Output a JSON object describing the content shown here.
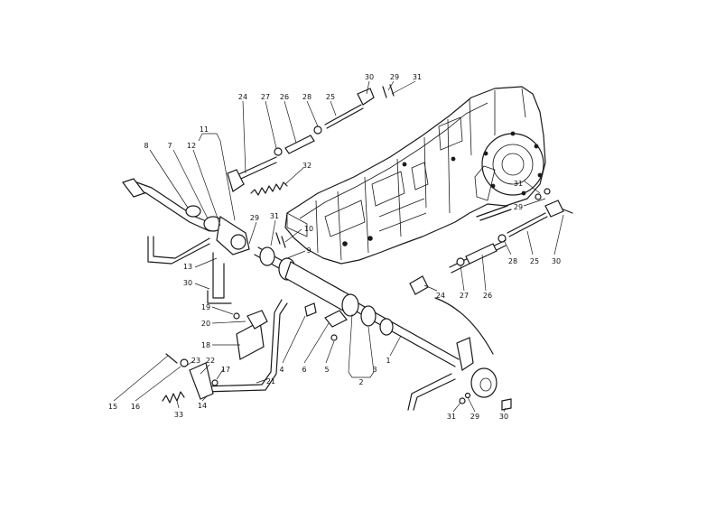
{
  "callouts": [
    {
      "id": "c-30-top",
      "text": "30"
    },
    {
      "id": "c-29-top",
      "text": "29"
    },
    {
      "id": "c-31-top",
      "text": "31"
    },
    {
      "id": "c-24-top",
      "text": "24"
    },
    {
      "id": "c-27-top",
      "text": "27"
    },
    {
      "id": "c-26-top",
      "text": "26"
    },
    {
      "id": "c-28-top",
      "text": "28"
    },
    {
      "id": "c-25-top",
      "text": "25"
    },
    {
      "id": "c-32",
      "text": "32"
    },
    {
      "id": "c-8",
      "text": "8"
    },
    {
      "id": "c-7",
      "text": "7"
    },
    {
      "id": "c-12",
      "text": "12"
    },
    {
      "id": "c-11",
      "text": "11"
    },
    {
      "id": "c-29-mid",
      "text": "29"
    },
    {
      "id": "c-31-mid",
      "text": "31"
    },
    {
      "id": "c-10",
      "text": "10"
    },
    {
      "id": "c-9",
      "text": "9"
    },
    {
      "id": "c-13",
      "text": "13"
    },
    {
      "id": "c-30-left",
      "text": "30"
    },
    {
      "id": "c-31-right",
      "text": "31"
    },
    {
      "id": "c-29-right",
      "text": "29"
    },
    {
      "id": "c-28-right",
      "text": "28"
    },
    {
      "id": "c-25-right",
      "text": "25"
    },
    {
      "id": "c-30-right",
      "text": "30"
    },
    {
      "id": "c-24-right",
      "text": "24"
    },
    {
      "id": "c-27-right",
      "text": "27"
    },
    {
      "id": "c-26-right",
      "text": "26"
    },
    {
      "id": "c-19",
      "text": "19"
    },
    {
      "id": "c-20",
      "text": "20"
    },
    {
      "id": "c-18",
      "text": "18"
    },
    {
      "id": "c-4",
      "text": "4"
    },
    {
      "id": "c-6",
      "text": "6"
    },
    {
      "id": "c-5",
      "text": "5"
    },
    {
      "id": "c-3",
      "text": "3"
    },
    {
      "id": "c-2",
      "text": "2"
    },
    {
      "id": "c-1",
      "text": "1"
    },
    {
      "id": "c-15",
      "text": "15"
    },
    {
      "id": "c-16",
      "text": "16"
    },
    {
      "id": "c-23",
      "text": "23"
    },
    {
      "id": "c-22",
      "text": "22"
    },
    {
      "id": "c-17",
      "text": "17"
    },
    {
      "id": "c-21",
      "text": "21"
    },
    {
      "id": "c-33",
      "text": "33"
    },
    {
      "id": "c-14",
      "text": "14"
    },
    {
      "id": "c-31-bottom",
      "text": "31"
    },
    {
      "id": "c-29-bottom",
      "text": "29"
    },
    {
      "id": "c-30-bottom",
      "text": "30"
    }
  ]
}
